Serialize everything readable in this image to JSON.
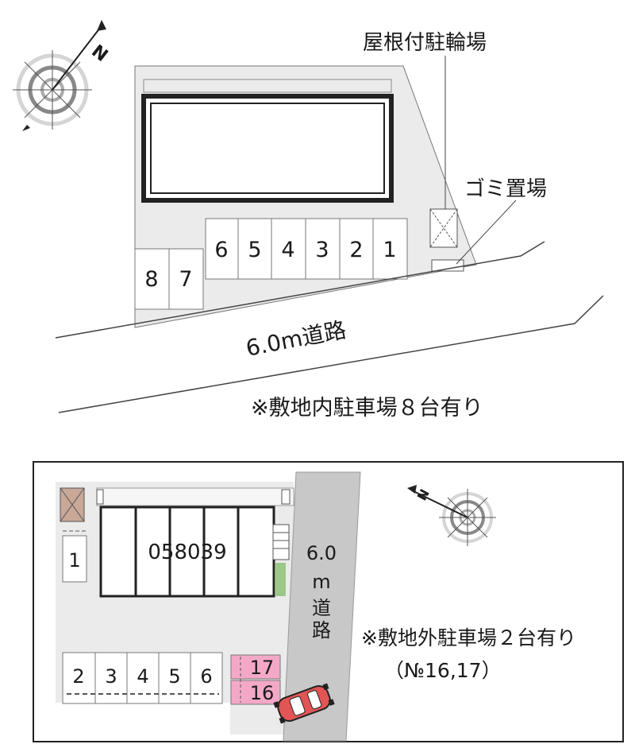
{
  "map1": {
    "label_bike": "屋根付駐輪場",
    "label_trash": "ゴミ置場",
    "label_road": "6.0m道路",
    "note": "※敷地内駐車場８台有り",
    "north": "N",
    "spaces": [
      "1",
      "2",
      "3",
      "4",
      "5",
      "6",
      "7",
      "8"
    ]
  },
  "map2": {
    "building_id": "058039",
    "road_chars": [
      "6.0",
      "m",
      "道",
      "路"
    ],
    "note": "※敷地外駐車場２台有り",
    "note_sub": "（№16,17）",
    "north": "N",
    "spaces": [
      "1",
      "2",
      "3",
      "4",
      "5",
      "6"
    ],
    "extra_spaces": [
      "17",
      "16"
    ]
  },
  "colors": {
    "site": "#ebebeb",
    "line": "#777777",
    "dark": "#222222",
    "road2": "#c8c8c8",
    "pink": "#f4a8c8",
    "trash": "#c9a898",
    "car": "#e25555"
  }
}
